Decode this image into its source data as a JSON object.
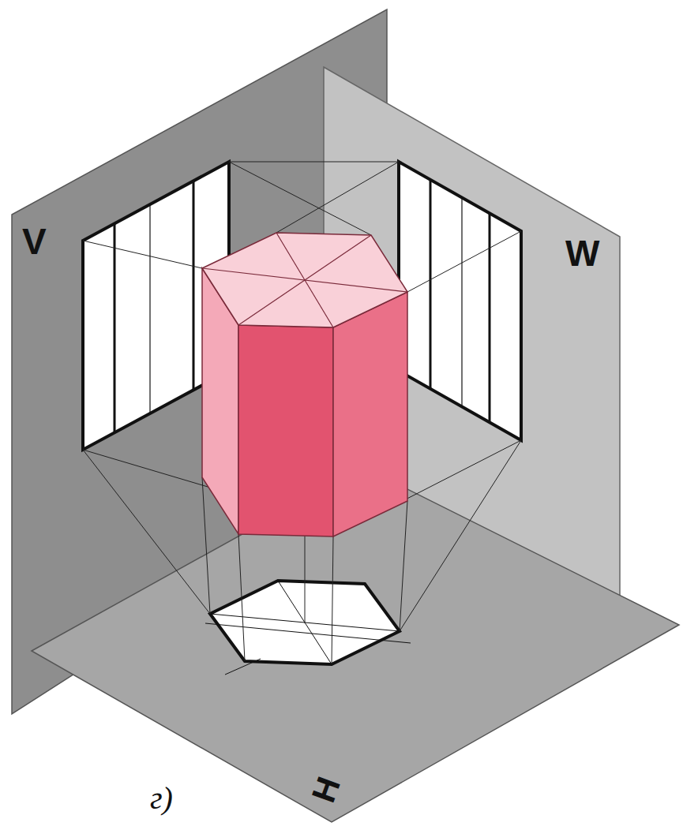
{
  "diagram": {
    "labels": [
      "V",
      "W",
      "H",
      "г)"
    ]
  }
}
